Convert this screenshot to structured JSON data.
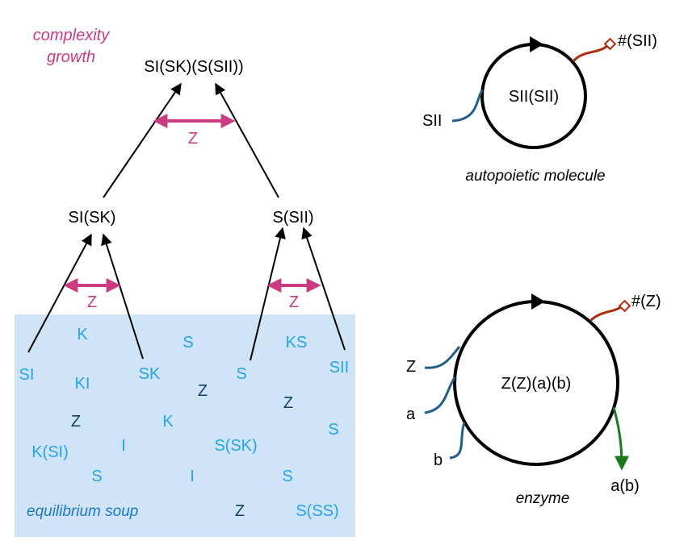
{
  "colors": {
    "soup_bg": "#d0e4f7",
    "light_blue": "#23a3f0",
    "dark_blue": "#0f3f66",
    "magenta": "#cc3a82",
    "red": "#b02a0a",
    "green": "#1a7a1a",
    "teal": "#1f5f8c",
    "black": "#000000"
  },
  "left": {
    "heading_line1": "complexity",
    "heading_line2": "growth",
    "top_node": "SI(SK)(S(SII))",
    "left_node": "SI(SK)",
    "right_node": "S(SII)",
    "z_labels": [
      "Z",
      "Z",
      "Z"
    ],
    "soup_label": "equilibrium soup",
    "soup_tokens": [
      "SI",
      "K",
      "KI",
      "SK",
      "S",
      "Z",
      "S",
      "KS",
      "SII",
      "Z",
      "Z",
      "K",
      "K(SI)",
      "I",
      "S(SK)",
      "S",
      "S",
      "I",
      "S",
      "Z",
      "S(SS)"
    ]
  },
  "top_right": {
    "center": "SII(SII)",
    "input": "SII",
    "output": "#(SII)",
    "caption": "autopoietic molecule"
  },
  "bottom_right": {
    "center": "Z(Z)(a)(b)",
    "input_z": "Z",
    "input_a": "a",
    "input_b": "b",
    "output_tag": "#(Z)",
    "product": "a(b)",
    "caption": "enzyme"
  }
}
